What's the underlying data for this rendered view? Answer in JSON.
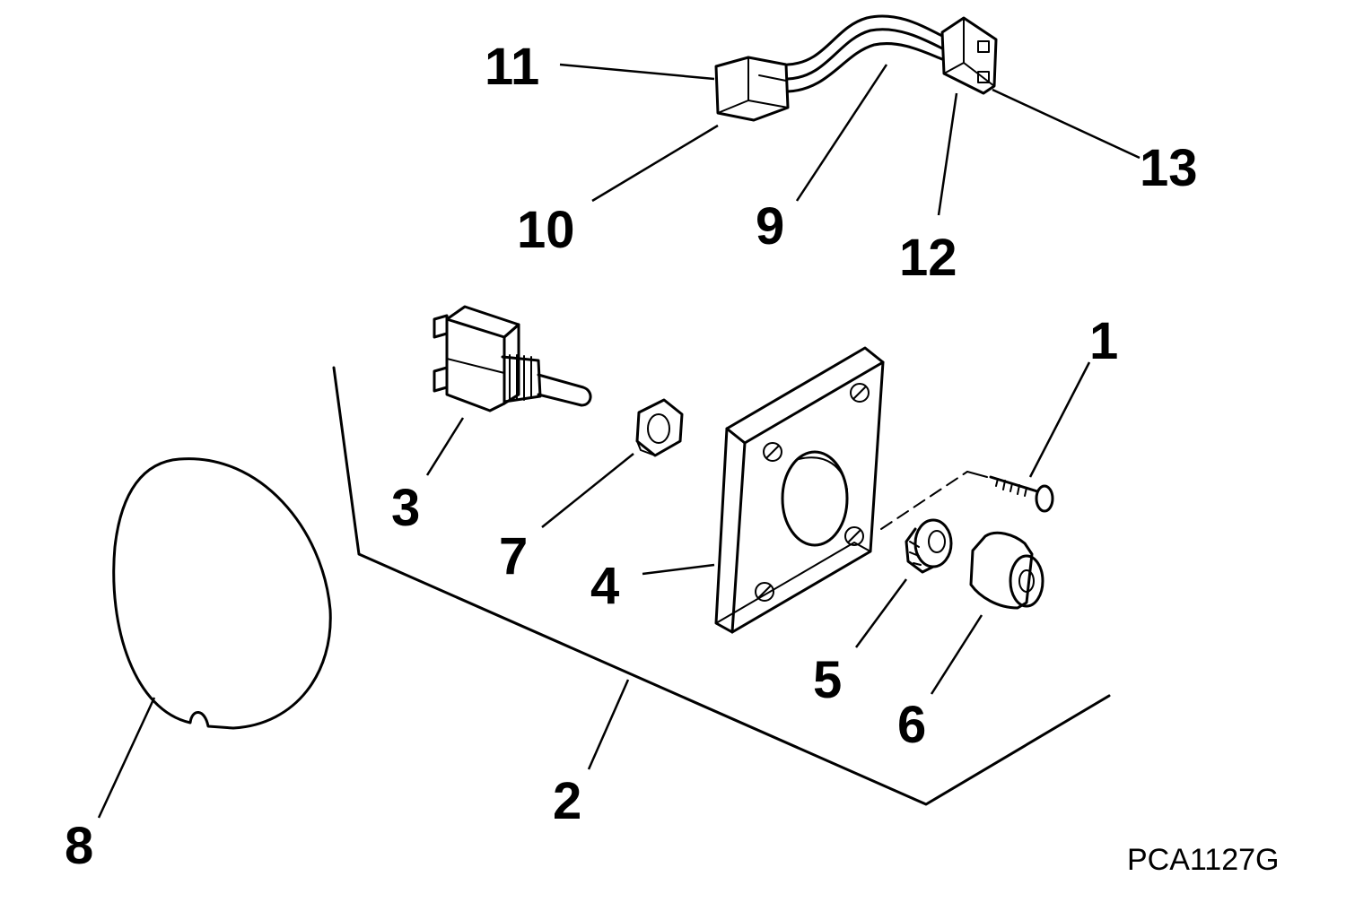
{
  "diagram": {
    "figure_code": "PCA1127G",
    "callouts": [
      "1",
      "2",
      "3",
      "4",
      "5",
      "6",
      "7",
      "8",
      "9",
      "10",
      "11",
      "12",
      "13"
    ]
  }
}
